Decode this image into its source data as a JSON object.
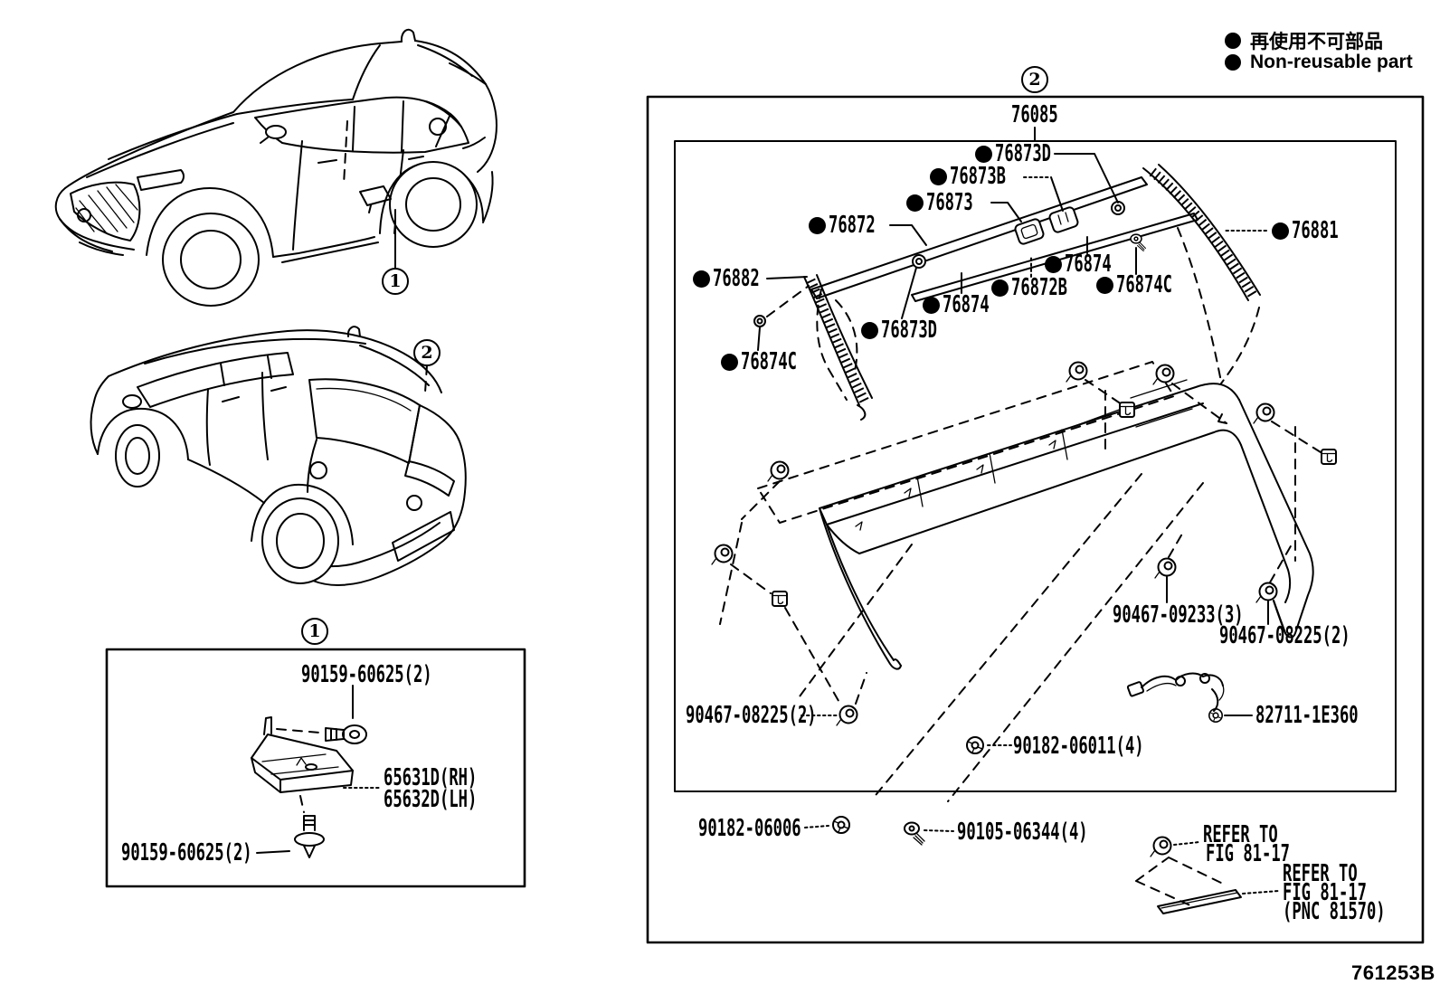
{
  "colors": {
    "ink": "#000000",
    "paper": "#ffffff"
  },
  "legend": {
    "jp": "再使用不可部品",
    "en": "Non-reusable part"
  },
  "callouts": {
    "one": "1",
    "two": "2"
  },
  "footer": {
    "code": "761253B"
  },
  "fig1": {
    "screw_top": "90159-60625(2)",
    "bracket_rh": "65631D(RH)",
    "bracket_lh": "65632D(LH)",
    "screw_bottom": "90159-60625(2)"
  },
  "fig2": {
    "title": "76085",
    "p76872": "76872",
    "p76872b": "76872B",
    "p76873": "76873",
    "p76873b": "76873B",
    "p76873d_top": "76873D",
    "p76873d_mid": "76873D",
    "p76874_mid": "76874",
    "p76874_right": "76874",
    "p76874c_left": "76874C",
    "p76874c_right": "76874C",
    "p76881": "76881",
    "p76882": "76882",
    "p90467_09233": "90467-09233(3)",
    "p90467_08225_right": "90467-08225(2)",
    "p90467_08225_left": "90467-08225(2)",
    "p82711_1e360": "82711-1E360",
    "p90182_06011": "90182-06011(4)",
    "p90182_06006": "90182-06006",
    "p90105_06344": "90105-06344(4)",
    "refer_a_line1": "REFER TO",
    "refer_a_line2": "FIG 81-17",
    "refer_b_line1": "REFER TO",
    "refer_b_line2": "FIG 81-17",
    "refer_b_line3": "(PNC 81570)"
  }
}
